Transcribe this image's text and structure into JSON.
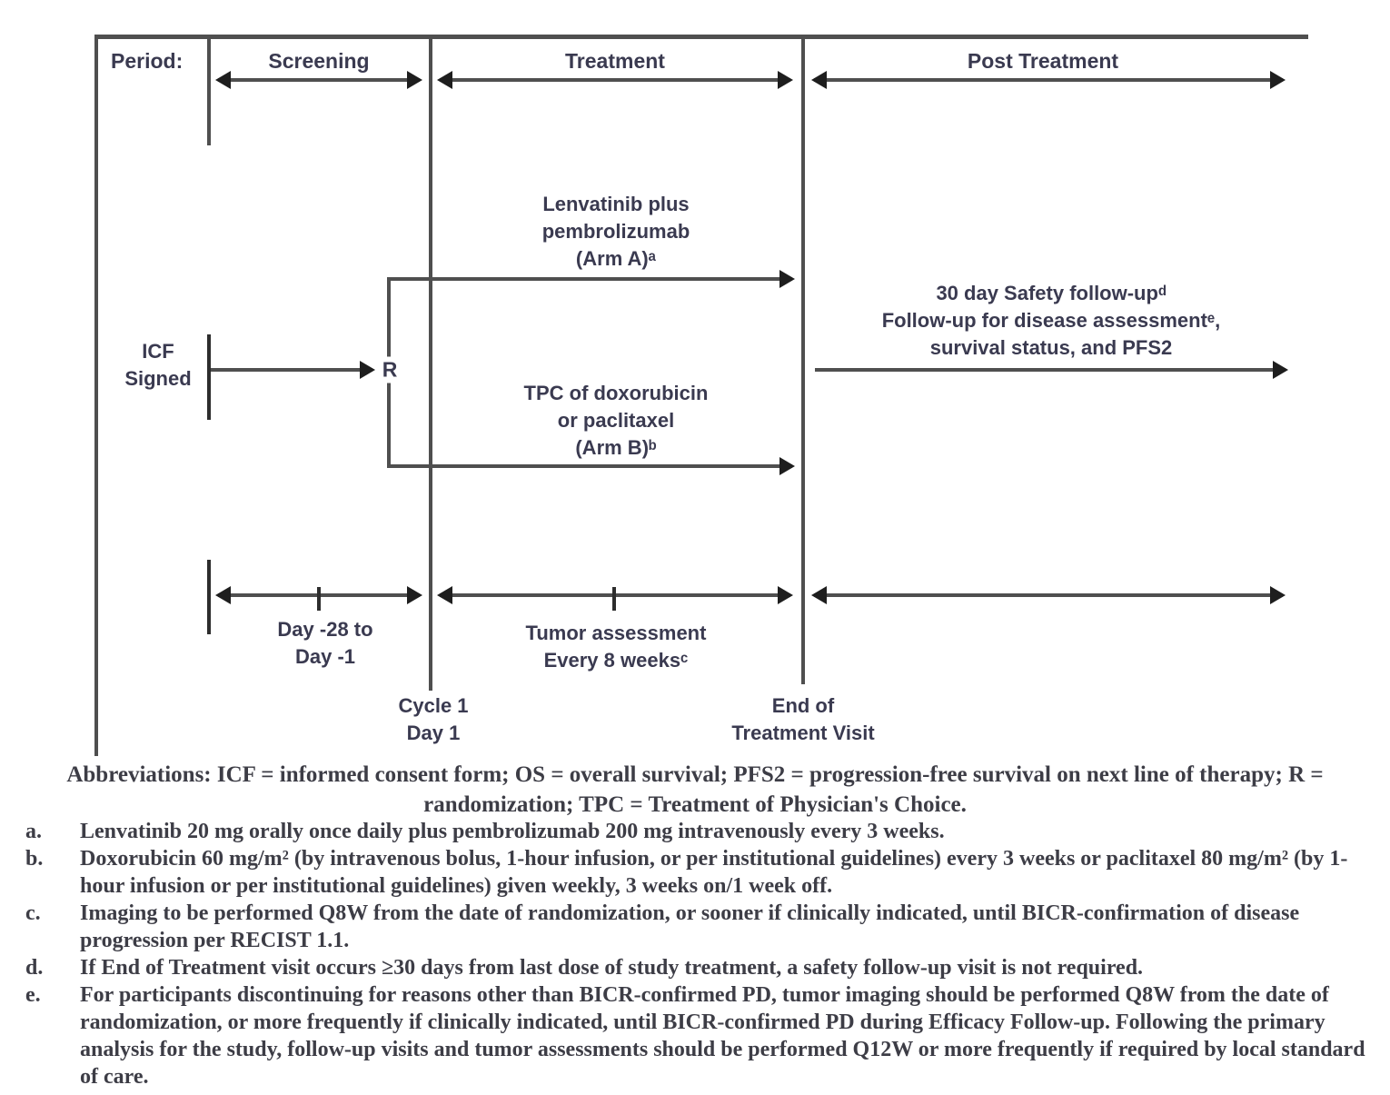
{
  "figure": {
    "period_label": "Period:",
    "periods": {
      "screening": "Screening",
      "treatment": "Treatment",
      "post_treatment": "Post Treatment"
    },
    "icf_signed": "ICF\nSigned",
    "randomization": "R",
    "arm_a": "Lenvatinib plus\npembrolizumab\n(Arm A)ᵃ",
    "arm_b": "TPC of doxorubicin\nor paclitaxel\n(Arm B)ᵇ",
    "post_treatment_followup": "30 day Safety follow-upᵈ\nFollow-up for disease assessmentᵉ,\nsurvival status, and PFS2",
    "screening_window": "Day -28 to\nDay -1",
    "tumor_assessment": "Tumor assessment\nEvery 8 weeksᶜ",
    "cycle_1_day_1": "Cycle 1\nDay 1",
    "end_of_treatment": "End of\nTreatment Visit"
  },
  "footnotes": {
    "abbreviations": "Abbreviations: ICF = informed consent form; OS = overall survival; PFS2 = progression-free survival on next line of therapy; R = randomization; TPC = Treatment of Physician's Choice.",
    "items": [
      {
        "marker": "a.",
        "text": "Lenvatinib 20 mg orally once daily plus pembrolizumab 200 mg intravenously every 3 weeks."
      },
      {
        "marker": "b.",
        "text": "Doxorubicin 60 mg/m² (by intravenous bolus, 1-hour infusion, or per institutional guidelines) every 3 weeks or paclitaxel 80 mg/m² (by 1-hour infusion or per institutional guidelines) given weekly, 3 weeks on/1 week off."
      },
      {
        "marker": "c.",
        "text": "Imaging to be performed Q8W from the date of randomization, or sooner if clinically indicated, until BICR-confirmation of disease progression per RECIST 1.1."
      },
      {
        "marker": "d.",
        "text": "If End of Treatment visit occurs ≥30 days from last dose of study treatment, a safety follow-up visit is not required."
      },
      {
        "marker": "e.",
        "text": "For participants discontinuing for reasons other than BICR-confirmed PD, tumor imaging should be performed Q8W from the date of randomization, or more frequently if clinically indicated, until BICR-confirmed PD during Efficacy Follow-up. Following the primary analysis for the study, follow-up visits and tumor assessments should be performed Q12W or more frequently if required by local standard of care."
      }
    ]
  },
  "colors": {
    "line": "#4f4f4f",
    "arrowhead": "#1e1e1e",
    "diagram_text": "#3a3a50",
    "footnote_text": "#3d3d46"
  }
}
